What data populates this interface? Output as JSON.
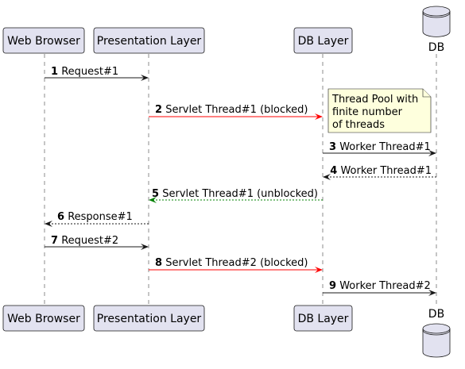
{
  "participants": {
    "browser": "Web Browser",
    "presentation": "Presentation Layer",
    "db_layer": "DB Layer",
    "db": "DB"
  },
  "note": {
    "line1": "Thread Pool with",
    "line2": "finite number",
    "line3": "of threads"
  },
  "messages": [
    {
      "num": "1",
      "text": "Request#1",
      "style": "solid",
      "color": "#181818"
    },
    {
      "num": "2",
      "text": "Servlet Thread#1 (blocked)",
      "style": "solid",
      "color": "#FF0000"
    },
    {
      "num": "3",
      "text": "Worker Thread#1",
      "style": "solid",
      "color": "#181818"
    },
    {
      "num": "4",
      "text": "Worker Thread#1",
      "style": "dashed",
      "color": "#181818"
    },
    {
      "num": "5",
      "text": "Servlet Thread#1 (unblocked)",
      "style": "dashed",
      "color": "#008000"
    },
    {
      "num": "6",
      "text": "Response#1",
      "style": "dashed",
      "color": "#181818"
    },
    {
      "num": "7",
      "text": "Request#2",
      "style": "solid",
      "color": "#181818"
    },
    {
      "num": "8",
      "text": "Servlet Thread#2 (blocked)",
      "style": "solid",
      "color": "#FF0000"
    },
    {
      "num": "9",
      "text": "Worker Thread#2",
      "style": "solid",
      "color": "#181818"
    }
  ],
  "colors": {
    "participant_fill": "#E2E2F0",
    "note_fill": "#FEFFDD",
    "blocked": "#FF0000",
    "unblocked": "#008000"
  }
}
